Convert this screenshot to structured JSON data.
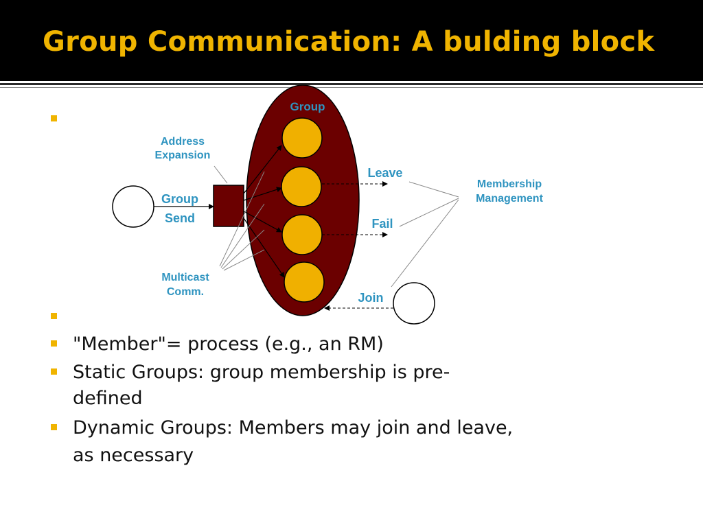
{
  "slide": {
    "title": "Group Communication: A bulding block",
    "bullets": [
      "",
      "",
      "\"Member\"= process (e.g., an RM)",
      " Static Groups:  group membership is pre-",
      "defined",
      " Dynamic Groups:  Members may join and leave,",
      "as necessary"
    ]
  },
  "diagram": {
    "group_label": "Group",
    "address_expansion": [
      "Address",
      "Expansion"
    ],
    "group_send": [
      "Group",
      "Send"
    ],
    "multicast": [
      "Multicast",
      "Comm."
    ],
    "leave": "Leave",
    "fail": "Fail",
    "join": "Join",
    "membership": [
      "Membership",
      "Management"
    ]
  },
  "colors": {
    "accent": "#f0b400",
    "group_fill": "#6b0000",
    "member_fill": "#f0b000",
    "label_blue": "#2f94c0"
  }
}
